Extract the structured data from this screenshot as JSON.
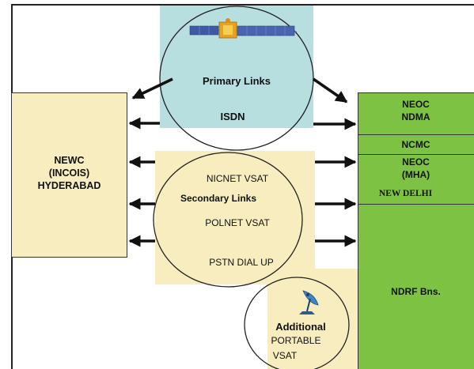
{
  "left_node": {
    "line1": "NEWC",
    "line2": "(INCOIS)",
    "line3": "HYDERABAD"
  },
  "primary": {
    "title": "Primary Links",
    "isdn": "ISDN"
  },
  "secondary": {
    "nicnet": "NICNET VSAT",
    "title": "Secondary  Links",
    "polnet": "POLNET VSAT",
    "pstn": "PSTN DIAL UP"
  },
  "additional": {
    "title": "Additional",
    "line2": "PORTABLE",
    "line3": "VSAT"
  },
  "right_stack": {
    "neoc_ndma_1": "NEOC",
    "neoc_ndma_2": "NDMA",
    "ncmc": "NCMC",
    "neoc_mha_1": "NEOC",
    "neoc_mha_2": "(MHA)",
    "new_delhi": "NEW DELHI",
    "ndrf": "NDRF Bns."
  },
  "colors": {
    "green": "#7dc242",
    "cream": "#f7edbe",
    "teal": "#b7dfe0",
    "border": "#333333"
  }
}
